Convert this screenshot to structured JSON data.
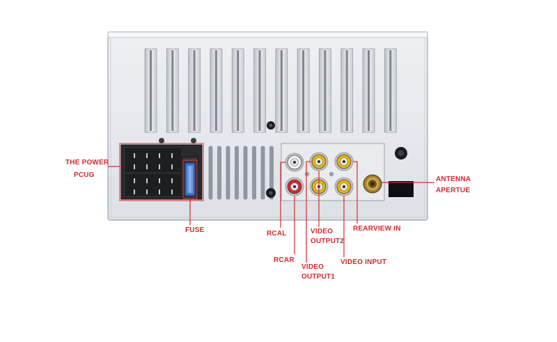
{
  "colors": {
    "label_red": "#d8282c",
    "panel": "#e6e9ed",
    "rca_red": "#d8262c",
    "rca_yellow": "#e9b400",
    "rca_white": "#f4f4f4",
    "fuse_blue": "#3f73c8"
  },
  "labels": {
    "power_plug_line1": "THE POWER",
    "power_plug_line2": "PCUG",
    "fuse": "FUSE",
    "rcal": "RCAL",
    "rcar": "RCAR",
    "video_output1_line1": "VIDEO",
    "video_output1_line2": "OUTPUT1",
    "video_output2_line1": "VIDEO",
    "video_output2_line2": "OUTPUT2",
    "video_input": "VIDEO INPUT",
    "rearview_in": "REARVIEW IN",
    "antenna_line1": "ANTENNA",
    "antenna_line2": "APERTUE"
  },
  "icons": [
    "rca-jack-icon",
    "fuse-icon",
    "wiring-connector-icon",
    "antenna-socket-icon",
    "screw-icon"
  ]
}
